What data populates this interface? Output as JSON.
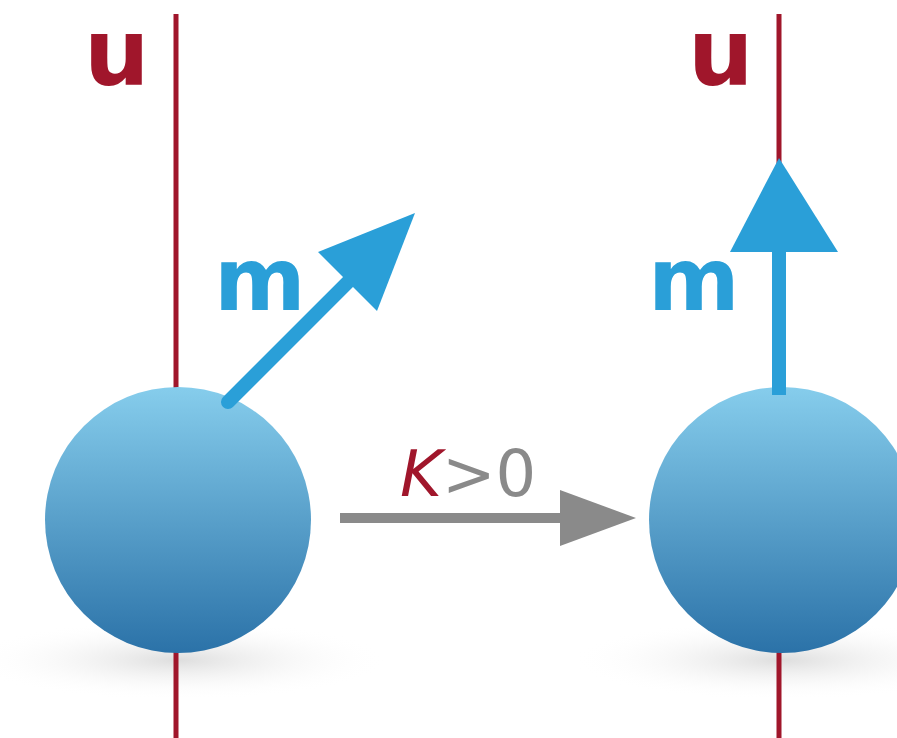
{
  "diagram": {
    "labels": [
      "u",
      "m",
      "K>0",
      "u",
      "m"
    ]
  }
}
